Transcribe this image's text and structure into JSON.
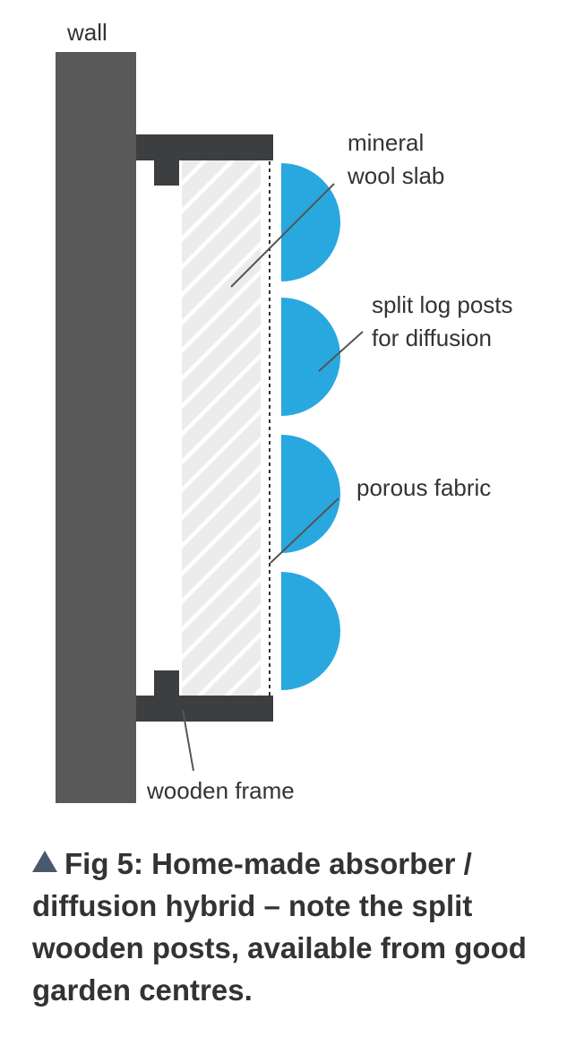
{
  "labels": {
    "wall": "wall",
    "mineral_line1": "mineral",
    "mineral_line2": "wool slab",
    "split_line1": "split log posts",
    "split_line2": "for diffusion",
    "fabric": "porous fabric",
    "frame": "wooden frame"
  },
  "caption": {
    "text": "Fig 5: Home-made absorber / diffusion hybrid – note the split wooden posts, available from good garden centres."
  },
  "colors": {
    "wall": "#595959",
    "frame": "#3d3e40",
    "posts": "#29a8e0",
    "wool": "#ececec",
    "text": "#333333",
    "caption_marker": "#4a5a6e"
  },
  "icons": {
    "caption_marker": "triangle-up-icon"
  }
}
